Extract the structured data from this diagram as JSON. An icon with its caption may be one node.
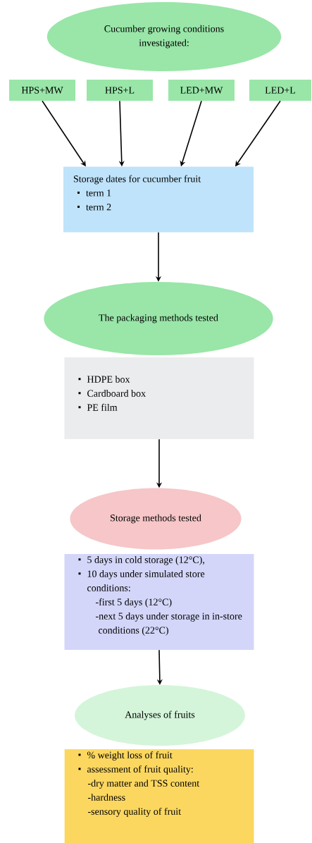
{
  "diagram": {
    "nodes": [
      {
        "text": [
          "Cucumber growing conditions investigated:"
        ]
      },
      {
        "text": [
          "HPS+MW"
        ]
      },
      {
        "text": [
          "HPS+L"
        ]
      },
      {
        "text": [
          "LED+MW"
        ]
      },
      {
        "text": [
          "LED+L"
        ]
      },
      {
        "text": [
          "Storage dates for cucumber fruit",
          "term 1",
          "term 2"
        ]
      },
      {
        "text": [
          "The packaging methods tested"
        ]
      },
      {
        "text": [
          "HDPE box",
          "Cardboard box",
          "PE film"
        ]
      },
      {
        "text": [
          "Storage methods tested"
        ]
      },
      {
        "text": [
          "5 days in cold storage (12°C),",
          "10 days under simulated store conditions:",
          "-first 5 days (12°C)",
          "-next 5 days under storage in in-store conditions (22°C)"
        ]
      },
      {
        "text": [
          "Analyses of fruits"
        ]
      },
      {
        "text": [
          "% weight loss of fruit",
          "assessment of fruit quality:",
          "-dry matter and TSS content",
          "-hardness",
          "-sensory quality of fruit"
        ]
      }
    ],
    "edges": [
      {
        "from": 1,
        "to": 5,
        "arrow": "to"
      },
      {
        "from": 2,
        "to": 5,
        "arrow": "to"
      },
      {
        "from": 3,
        "to": 5,
        "arrow": "to"
      },
      {
        "from": 4,
        "to": 5,
        "arrow": "to"
      },
      {
        "from": 5,
        "to": 6,
        "arrow": "to"
      },
      {
        "from": 7,
        "to": 8,
        "arrow": "to"
      },
      {
        "from": 9,
        "to": 10,
        "arrow": "to"
      }
    ]
  }
}
